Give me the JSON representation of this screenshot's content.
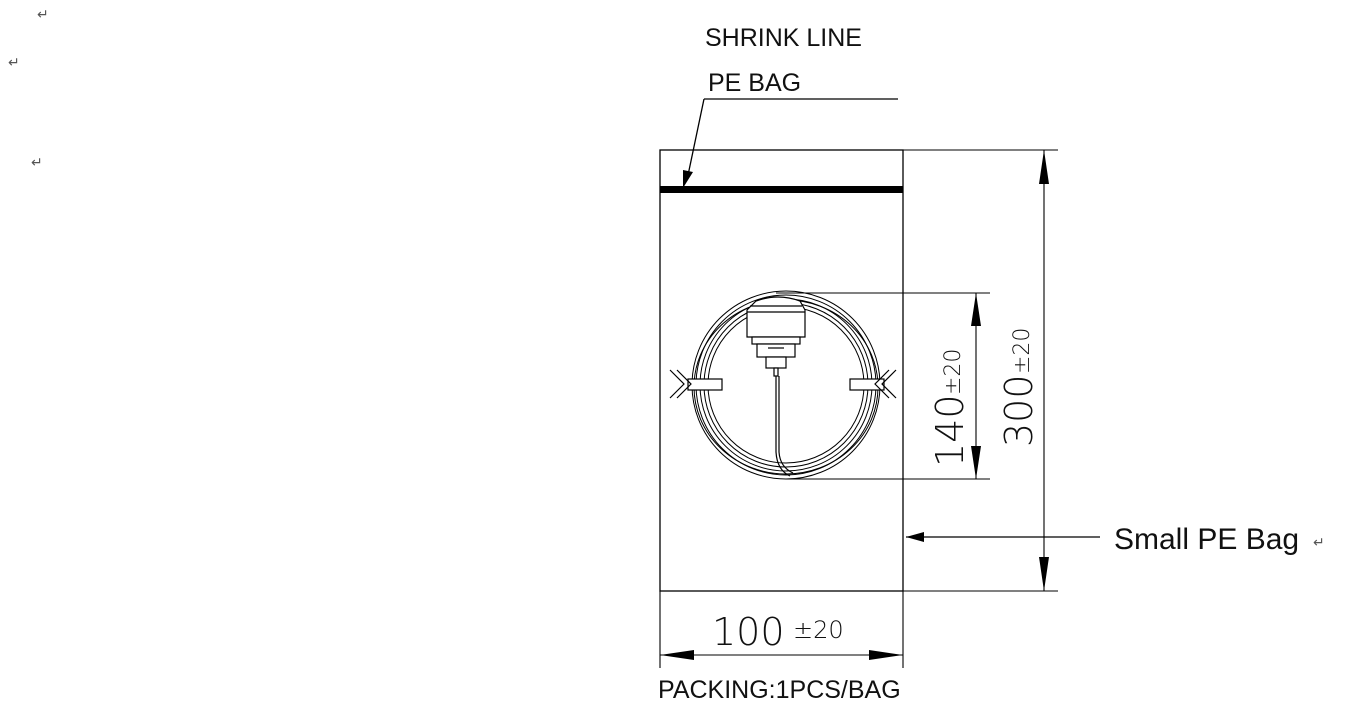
{
  "document": {
    "para_mark": "↵",
    "labels": {
      "shrink_line": "SHRINK LINE",
      "pe_bag": "PE BAG",
      "small_pe_bag": "Small PE Bag",
      "packing": "PACKING:1PCS/BAG"
    },
    "dimensions": {
      "width": {
        "value": "100",
        "tolerance": "±20"
      },
      "height": {
        "value": "300",
        "tolerance": "±20"
      },
      "coil": {
        "value": "140",
        "tolerance": "±20"
      }
    }
  }
}
